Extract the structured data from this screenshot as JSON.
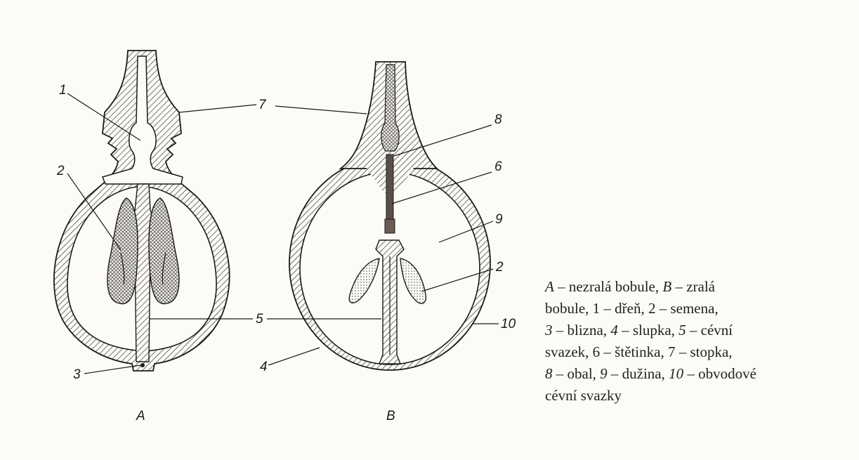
{
  "figure": {
    "panels": [
      {
        "id": "A",
        "caption_letter": "A"
      },
      {
        "id": "B",
        "caption_letter": "B"
      }
    ],
    "labels": {
      "A": [
        "1",
        "2",
        "3",
        "5",
        "7"
      ],
      "B": [
        "7",
        "8",
        "6",
        "9",
        "2",
        "10",
        "5",
        "4"
      ]
    }
  },
  "caption": {
    "lines": [
      [
        "A",
        " – nezralá bobule, ",
        "B",
        " – zralá"
      ],
      [
        "bobule, ",
        "1",
        " – dřeň, ",
        "2",
        " – semena,"
      ],
      [
        "3",
        " – blizna, ",
        "4",
        " – slupka, ",
        "5",
        " – cévní"
      ],
      [
        "svazek, ",
        "6",
        " – štětinka, ",
        "7",
        " – stopka,"
      ],
      [
        "8",
        " – obal, ",
        "9",
        " – dužina, ",
        "10",
        " – obvodové"
      ],
      [
        "cévní svazky"
      ]
    ]
  }
}
